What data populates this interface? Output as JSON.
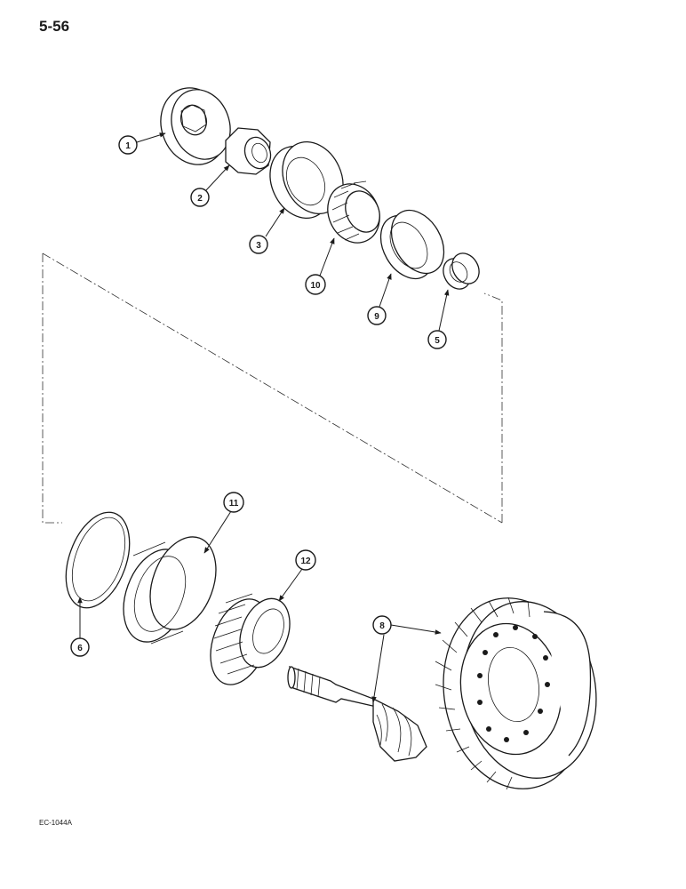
{
  "page_number": "5-56",
  "figure_code": "EC-1044A",
  "callouts": {
    "c1": "1",
    "c2": "2",
    "c3": "3",
    "c5": "5",
    "c6": "6",
    "c8": "8",
    "c9": "9",
    "c10": "10",
    "c11": "11",
    "c12": "12"
  },
  "colors": {
    "ink": "#1a1a1a",
    "paper": "#ffffff"
  }
}
